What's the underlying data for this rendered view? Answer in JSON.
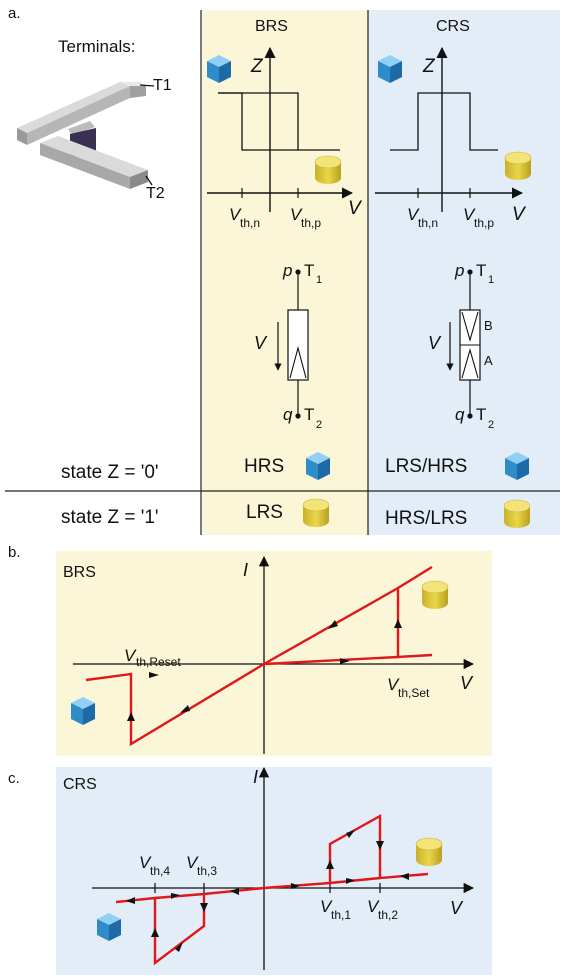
{
  "panel_a": {
    "label": "a.",
    "terminals_label": "Terminals:",
    "t1": "T1",
    "t2": "T2",
    "col_brs": "BRS",
    "col_crs": "CRS",
    "axis_z": "Z",
    "axis_v": "V",
    "vth_n": "th,n",
    "vth_p": "th,p",
    "v": "V",
    "p": "p",
    "q": "q",
    "T": "T",
    "sub1": "1",
    "sub2": "2",
    "B": "B",
    "A": "A",
    "state0": "state Z = '0'",
    "state1": "state Z = '1'",
    "brs_state0": "HRS",
    "brs_state1": "LRS",
    "crs_state0": "LRS/HRS",
    "crs_state1": "HRS/LRS",
    "colors": {
      "brs_bg": "#fbf6d8",
      "crs_bg": "#e3edf7",
      "cube": "#3d9ad6",
      "cylinder": "#e3ce3c"
    }
  },
  "panel_b": {
    "label": "b.",
    "title": "BRS",
    "axis_i": "I",
    "axis_v": "V",
    "v": "V",
    "vth_reset": "th,Reset",
    "vth_set": "th,Set",
    "curve_color": "#e0181c"
  },
  "panel_c": {
    "label": "c.",
    "title": "CRS",
    "axis_i": "I",
    "axis_v": "V",
    "v": "V",
    "vth4": "th,4",
    "vth3": "th,3",
    "vth1": "th,1",
    "vth2": "th,2",
    "curve_color": "#e0181c"
  }
}
